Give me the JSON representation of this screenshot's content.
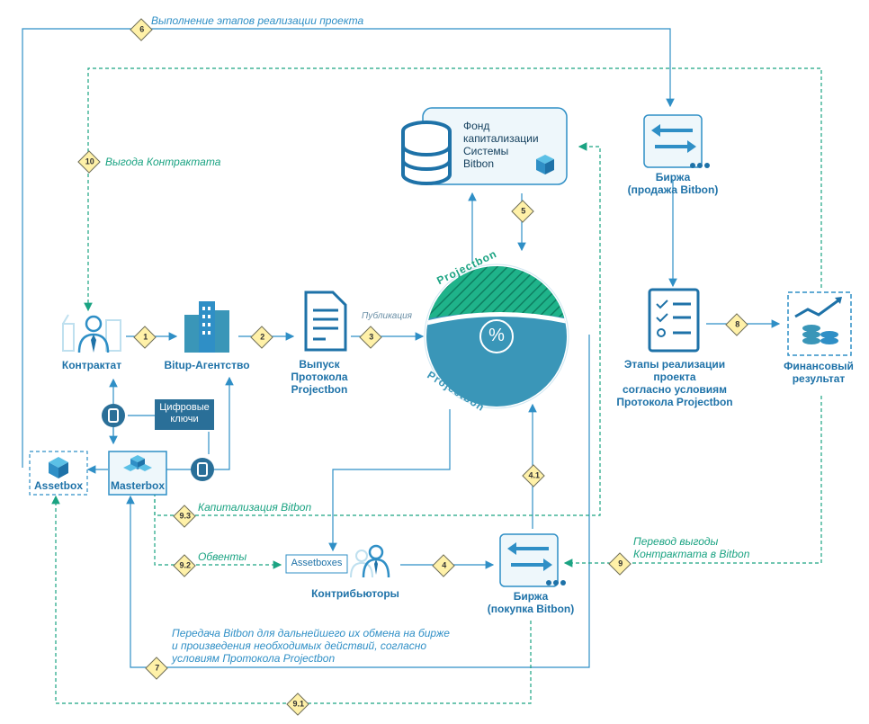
{
  "nodes": {
    "contractor": "Контрактат",
    "agency": "Bitup-Агентство",
    "protocol": "Выпуск\nПротокола\nProjectbon",
    "fund": "Фонд\nкапитализации\nСистемы\nBitbon",
    "exchange_sell": "Биржа\n(продажа Bitbon)",
    "stages": "Этапы реализации проекта\nсогласно условиям\nПротокола Projectbon",
    "financial": "Финансовый\nрезультат",
    "assetbox": "Assetbox",
    "masterbox": "Masterbox",
    "assetboxes": "Assetboxes",
    "contributors": "Контрибьюторы",
    "exchange_buy": "Биржа\n(покупка Bitbon)",
    "digital_keys": "Цифровые\nключи",
    "ring_top": "Projectbon",
    "ring_bottom": "Projectbon",
    "percent": "%"
  },
  "notes": {
    "n7": "Выполнение этапов реализации проекта",
    "n10": "Выгода Контрактата",
    "publication": "Публикация",
    "n93": "Капитализация Bitbon",
    "n92": "Обвенты",
    "n9": "Перевод выгоды\nКонтрактата в Bitbon",
    "n6": "Передача Bitbon для дальнейшего их обмена на бирже\nи произведения необходимых действий, согласно\nусловиям Протокола Projectbon"
  },
  "badges": [
    "1",
    "2",
    "3",
    "4",
    "4.1",
    "5",
    "6",
    "7",
    "8",
    "9",
    "9.1",
    "9.2",
    "9.3",
    "10"
  ],
  "colors": {
    "blue": "#2f8fc6",
    "dark_blue": "#1e72a8",
    "green": "#1aa382",
    "teal": "#3a96b8",
    "badge": "#fff1a8"
  }
}
